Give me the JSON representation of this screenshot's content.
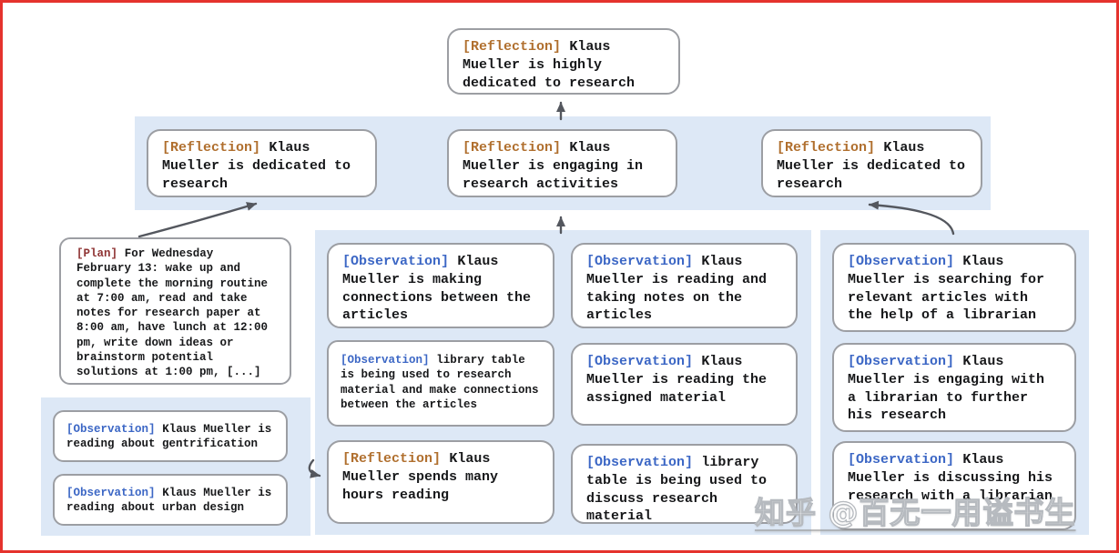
{
  "colors": {
    "frame_border": "#e5322d",
    "band_blue": "#dde8f6",
    "node_border_gray": "#9c9ea3",
    "reflection_tag": "#b06f2e",
    "observation_tag": "#3c67c5",
    "plan_tag": "#8f3434",
    "arrow_gray": "#54575e",
    "text_black": "#17181a"
  },
  "nodes": {
    "top": {
      "tag": "[Reflection]",
      "text": "Klaus Mueller is highly dedicated to research"
    },
    "l2_left": {
      "tag": "[Reflection]",
      "text": "Klaus Mueller is dedicated to research"
    },
    "l2_mid": {
      "tag": "[Reflection]",
      "text": "Klaus Mueller is engaging in research activities"
    },
    "l2_right": {
      "tag": "[Reflection]",
      "text": "Klaus Mueller is dedicated to research"
    },
    "plan": {
      "tag": "[Plan]",
      "text": "For Wednesday February 13: wake up and complete the morning routine at 7:00 am, read and take notes for research paper at 8:00 am, have lunch at 12:00 pm, write down ideas or brainstorm potential solutions at 1:00 pm, [...]"
    },
    "obs_gentrification": {
      "tag": "[Observation]",
      "text": "Klaus Mueller is reading about gentrification"
    },
    "obs_urban_design": {
      "tag": "[Observation]",
      "text": "Klaus Mueller is reading about urban design"
    },
    "obs_connections": {
      "tag": "[Observation]",
      "text": "Klaus Mueller is making connections between the articles"
    },
    "obs_library_research": {
      "tag": "[Observation]",
      "text": "library table is being used to research material and make connections between the articles"
    },
    "refl_hours": {
      "tag": "[Reflection]",
      "text": "Klaus Mueller spends many hours reading"
    },
    "obs_taking_notes": {
      "tag": "[Observation]",
      "text": "Klaus Mueller is reading and taking notes on the articles"
    },
    "obs_assigned": {
      "tag": "[Observation]",
      "text": "Klaus Mueller is reading the assigned material"
    },
    "obs_library_discuss": {
      "tag": "[Observation]",
      "text": "library table is being used to discuss research material"
    },
    "obs_searching": {
      "tag": "[Observation]",
      "text": "Klaus Mueller is searching for relevant articles with the help of a librarian"
    },
    "obs_engaging": {
      "tag": "[Observation]",
      "text": "Klaus Mueller is engaging with a librarian to further his research"
    },
    "obs_discussing": {
      "tag": "[Observation]",
      "text": "Klaus Mueller is discussing his research with a librarian"
    }
  },
  "edges": [
    {
      "from": "reflection-engaging-in-research",
      "to": "reflection-top"
    },
    {
      "from": "plan-wednesday",
      "to": "reflection-dedicated-left"
    },
    {
      "from": "middle-observation-group",
      "to": "reflection-engaging-in-research"
    },
    {
      "from": "right-observation-group",
      "to": "reflection-dedicated-right"
    },
    {
      "from": "left-observation-group",
      "to": "reflection-spends-hours-reading"
    }
  ],
  "watermark": {
    "text": "知乎 @百无一用谥书生"
  }
}
